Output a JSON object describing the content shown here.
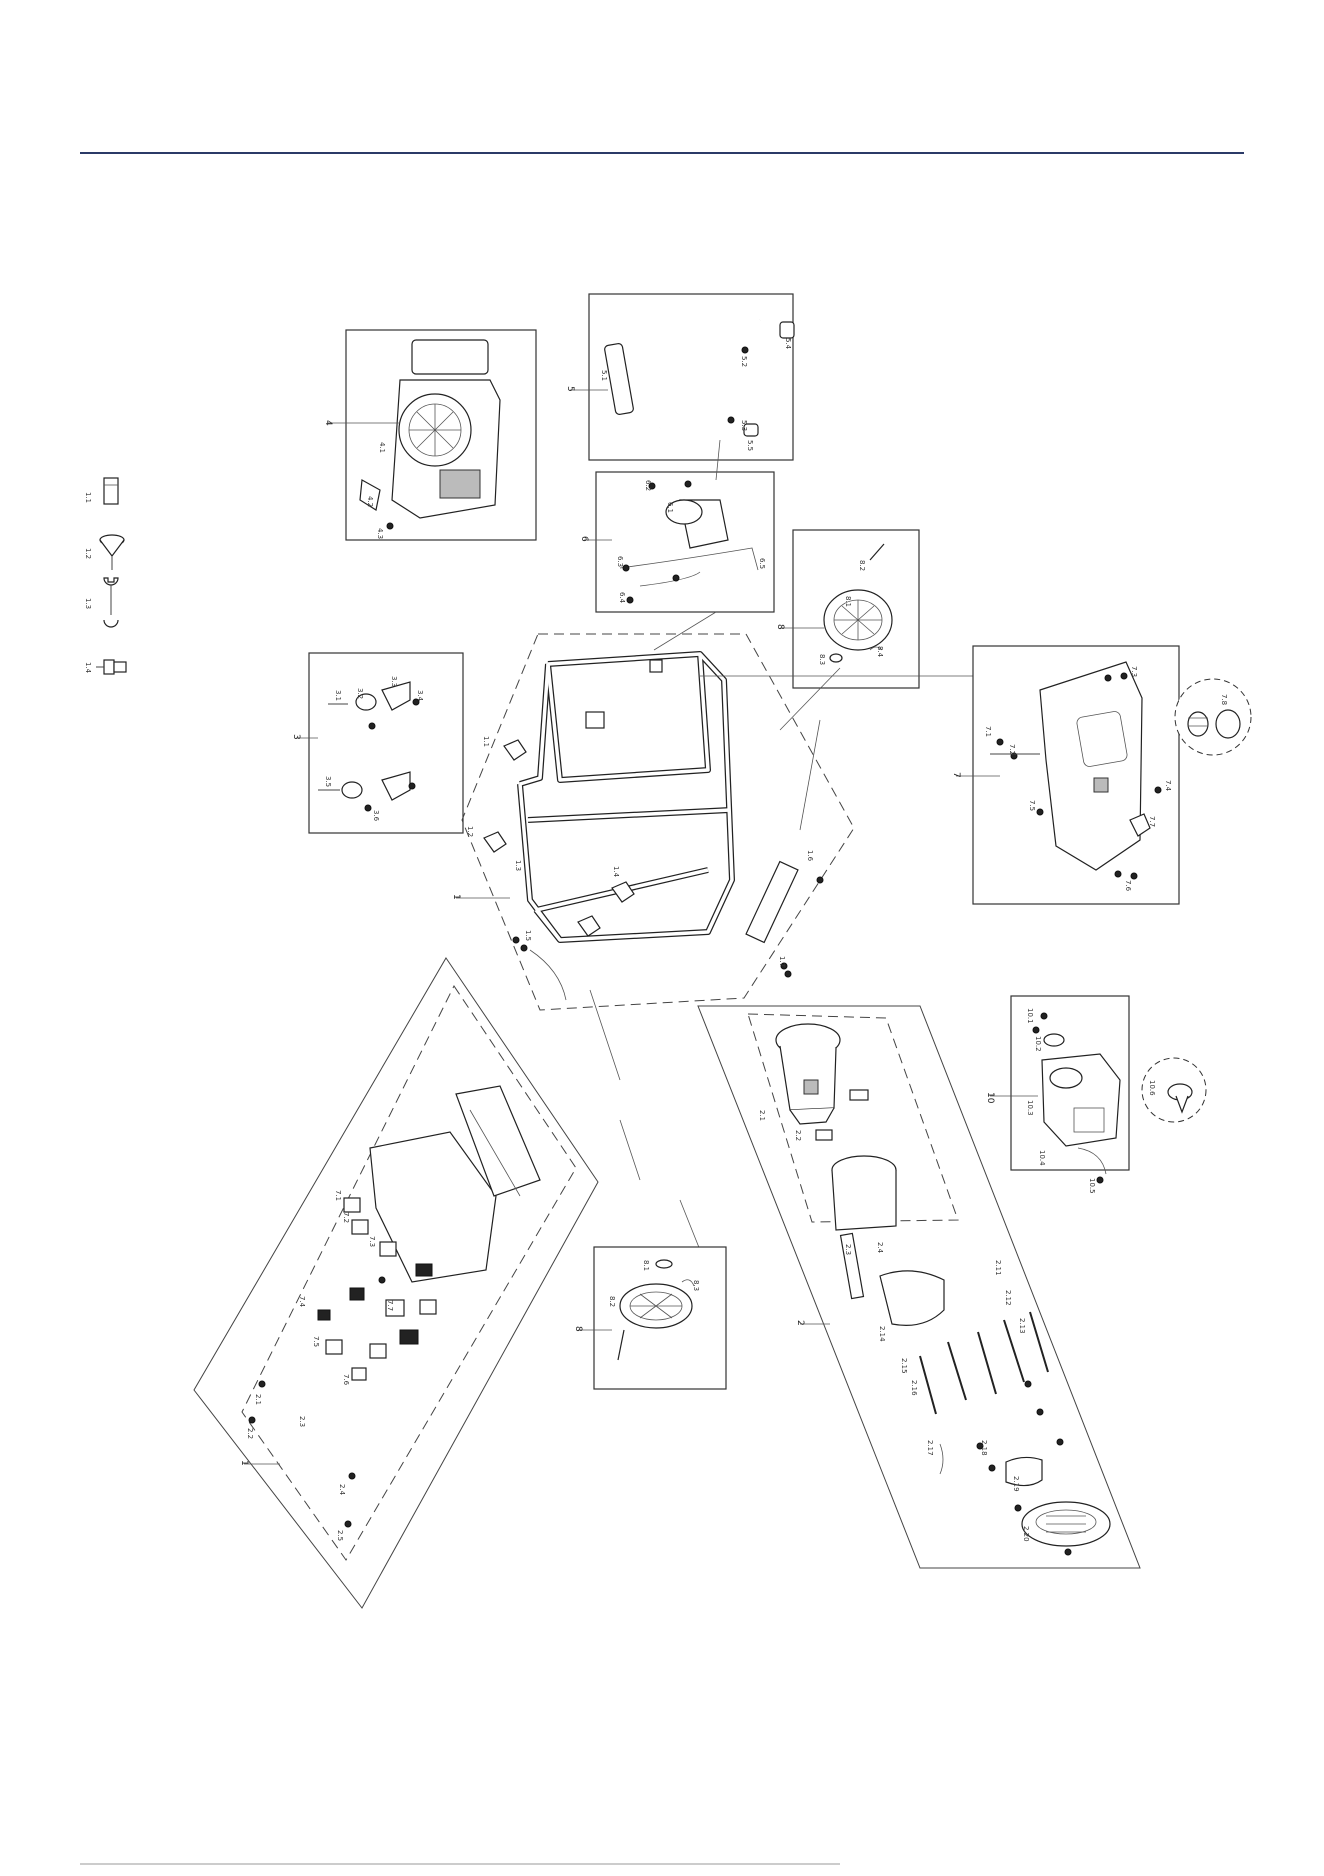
{
  "header": {
    "rule_color": "#2b3a67"
  },
  "colors": {
    "line": "#333333",
    "background": "#ffffff"
  },
  "tools": [
    {
      "icon": "tool-bracket-icon",
      "callout": "1.1"
    },
    {
      "icon": "funnel-icon",
      "callout": "1.2"
    },
    {
      "icon": "wrench-icon",
      "callout": "1.3"
    },
    {
      "icon": "spark-plug-wrench-icon",
      "callout": "1.4"
    }
  ],
  "assemblies": {
    "engine": "4",
    "handle": "5",
    "fuel_filter": "6",
    "wheel_upper": "8",
    "wheel_lower": "8",
    "mounts": "3",
    "frame": "1",
    "fuel_tank": "7",
    "control_panel": "1",
    "alternator": "2",
    "muffler": "10"
  }
}
